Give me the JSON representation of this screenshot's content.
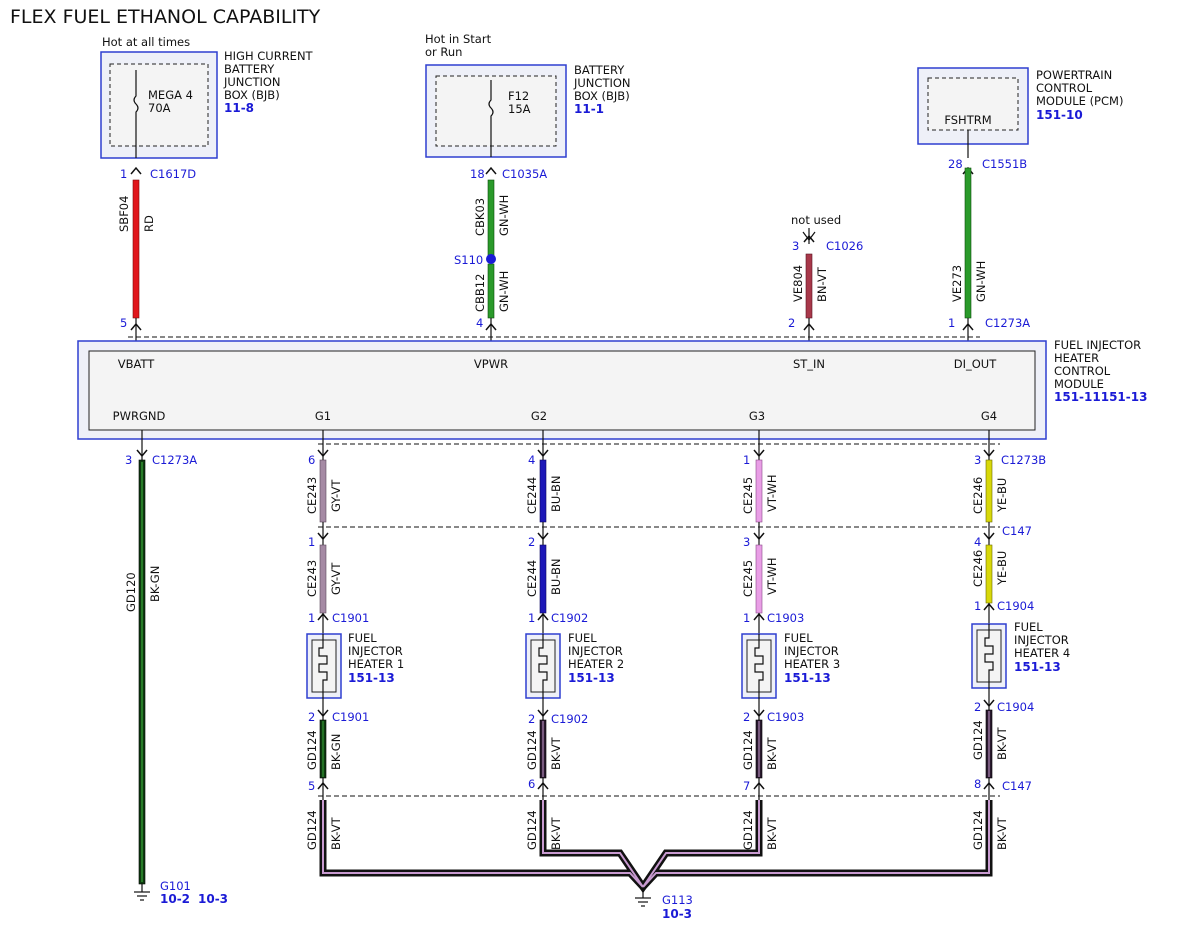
{
  "title": "FLEX FUEL ETHANOL CAPABILITY",
  "bjb_high": {
    "note": "Hot at all times",
    "fuse_name": "MEGA 4",
    "fuse_rating": "70A",
    "label": [
      "HIGH CURRENT",
      "BATTERY",
      "JUNCTION",
      "BOX (BJB)"
    ],
    "ref": "11-8"
  },
  "bjb": {
    "note": [
      "Hot in Start",
      "or Run"
    ],
    "fuse_name": "F12",
    "fuse_rating": "15A",
    "label": [
      "BATTERY",
      "JUNCTION",
      "BOX (BJB)"
    ],
    "ref": "11-1"
  },
  "pcm": {
    "pin": "FSHTRM",
    "label": [
      "POWERTRAIN",
      "CONTROL",
      "MODULE (PCM)"
    ],
    "ref": "151-10"
  },
  "not_used": "not used",
  "module": {
    "label": [
      "FUEL INJECTOR",
      "HEATER",
      "CONTROL",
      "MODULE"
    ],
    "ref": "151-11151-13",
    "top_pins": [
      "VBATT",
      "VPWR",
      "ST_IN",
      "DI_OUT"
    ],
    "bottom_pins": [
      "PWRGND",
      "G1",
      "G2",
      "G3",
      "G4"
    ]
  },
  "wires": {
    "sbf04": {
      "circuit": "SBF04",
      "color": "RD",
      "hex": "#e0161b"
    },
    "cbk03": {
      "circuit": "CBK03",
      "color": "GN-WH",
      "hex": "#2a9a2a"
    },
    "cbb12": {
      "circuit": "CBB12",
      "color": "GN-WH",
      "hex": "#2a9a2a"
    },
    "ve804": {
      "circuit": "VE804",
      "color": "BN-VT",
      "hex": "#a8384a"
    },
    "ve273": {
      "circuit": "VE273",
      "color": "GN-WH",
      "hex": "#2a9a2a"
    },
    "gd120": {
      "circuit": "GD120",
      "color": "BK-GN",
      "hex": "#0f3a10"
    },
    "ce243": {
      "circuit": "CE243",
      "color": "GY-VT",
      "hex": "#a58aa4"
    },
    "ce244": {
      "circuit": "CE244",
      "color": "BU-BN",
      "hex": "#1d18b8"
    },
    "ce245": {
      "circuit": "CE245",
      "color": "VT-WH",
      "hex": "#e99ee6"
    },
    "ce246": {
      "circuit": "CE246",
      "color": "YE-BU",
      "hex": "#d8d80a"
    },
    "gd124a": {
      "circuit": "GD124",
      "color": "BK-GN",
      "hex": "#0f3a10"
    },
    "gd124": {
      "circuit": "GD124",
      "color": "BK-VT",
      "hex": "#2a1a2e"
    }
  },
  "connectors": {
    "c1617d": {
      "name": "C1617D",
      "pin": "1"
    },
    "c1035a": {
      "name": "C1035A",
      "pin": "18"
    },
    "c1551b": {
      "name": "C1551B",
      "pin": "28"
    },
    "c1026": {
      "name": "C1026",
      "pin": "3"
    },
    "s110": "S110",
    "c1273a_top": {
      "name": "C1273A",
      "pins": [
        "5",
        "4",
        "2",
        "1"
      ]
    },
    "c1273a_gnd": {
      "name": "C1273A",
      "pin": "3"
    },
    "c1273b": {
      "name": "C1273B",
      "pins": [
        "6",
        "4",
        "1",
        "3"
      ]
    },
    "c147_top": {
      "name": "C147",
      "pins": [
        "1",
        "2",
        "3",
        "4"
      ]
    },
    "c1901": "C1901",
    "c1902": "C1902",
    "c1903": "C1903",
    "c1904": "C1904",
    "heater_pin_top": "1",
    "heater_pin_bottom": "2",
    "c147_bottom": {
      "name": "C147",
      "pins": [
        "5",
        "6",
        "7",
        "8"
      ]
    }
  },
  "heaters": [
    {
      "label": [
        "FUEL",
        "INJECTOR",
        "HEATER 1"
      ],
      "ref": "151-13"
    },
    {
      "label": [
        "FUEL",
        "INJECTOR",
        "HEATER 2"
      ],
      "ref": "151-13"
    },
    {
      "label": [
        "FUEL",
        "INJECTOR",
        "HEATER 3"
      ],
      "ref": "151-13"
    },
    {
      "label": [
        "FUEL",
        "INJECTOR",
        "HEATER 4"
      ],
      "ref": "151-13"
    }
  ],
  "grounds": {
    "g101": {
      "name": "G101",
      "refs": [
        "10-2",
        "10-3"
      ]
    },
    "g113": {
      "name": "G113",
      "refs": [
        "10-3"
      ]
    }
  }
}
